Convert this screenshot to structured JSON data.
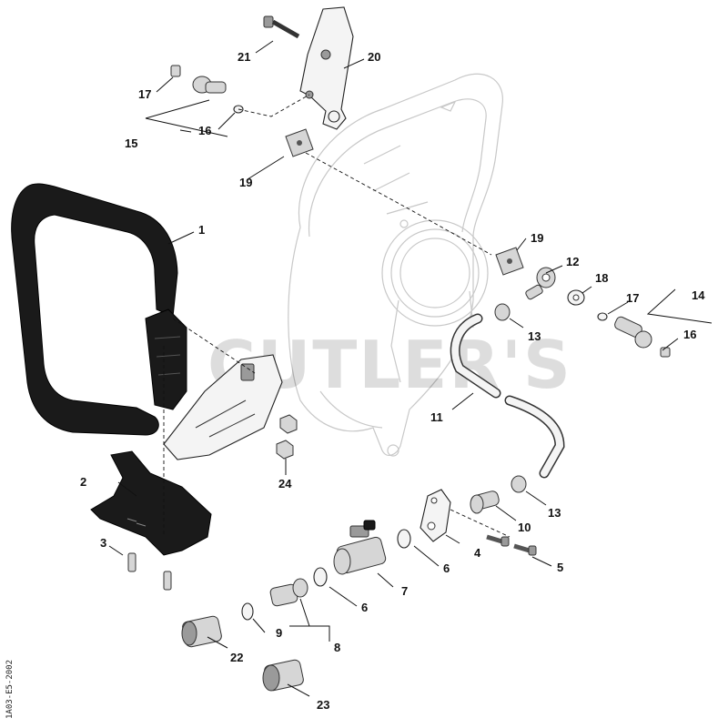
{
  "watermark": "CUTLER'S",
  "document_id": "1A03-E5-2002",
  "callouts": [
    {
      "id": "c1",
      "label": "1"
    },
    {
      "id": "c2",
      "label": "2"
    },
    {
      "id": "c3",
      "label": "3"
    },
    {
      "id": "c4",
      "label": "4"
    },
    {
      "id": "c5",
      "label": "5"
    },
    {
      "id": "c6a",
      "label": "6"
    },
    {
      "id": "c6b",
      "label": "6"
    },
    {
      "id": "c7",
      "label": "7"
    },
    {
      "id": "c8",
      "label": "8"
    },
    {
      "id": "c9",
      "label": "9"
    },
    {
      "id": "c10",
      "label": "10"
    },
    {
      "id": "c11",
      "label": "11"
    },
    {
      "id": "c12",
      "label": "12"
    },
    {
      "id": "c13a",
      "label": "13"
    },
    {
      "id": "c13b",
      "label": "13"
    },
    {
      "id": "c14",
      "label": "14"
    },
    {
      "id": "c15",
      "label": "15"
    },
    {
      "id": "c16a",
      "label": "16"
    },
    {
      "id": "c16b",
      "label": "16"
    },
    {
      "id": "c17a",
      "label": "17"
    },
    {
      "id": "c17b",
      "label": "17"
    },
    {
      "id": "c18",
      "label": "18"
    },
    {
      "id": "c19a",
      "label": "19"
    },
    {
      "id": "c19b",
      "label": "19"
    },
    {
      "id": "c20",
      "label": "20"
    },
    {
      "id": "c21",
      "label": "21"
    },
    {
      "id": "c22",
      "label": "22"
    },
    {
      "id": "c23",
      "label": "23"
    },
    {
      "id": "c24",
      "label": "24"
    }
  ]
}
